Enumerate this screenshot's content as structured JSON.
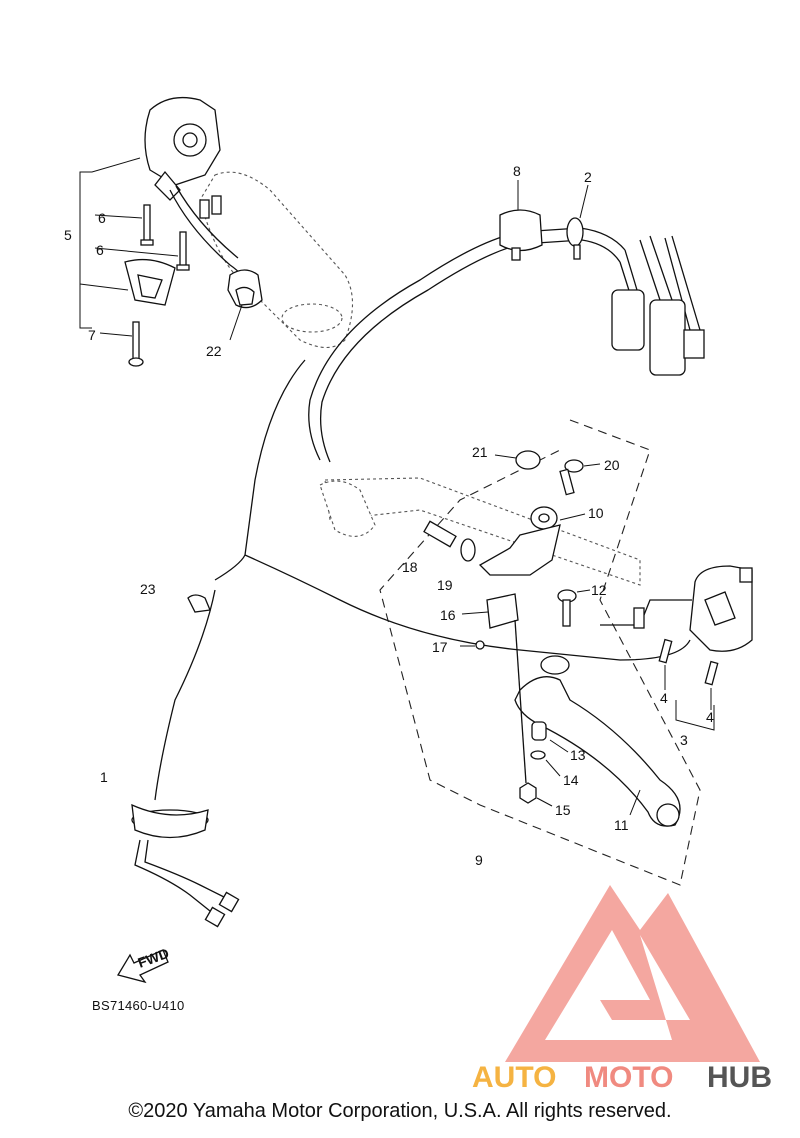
{
  "diagram": {
    "callouts": {
      "c1": "1",
      "c2": "2",
      "c3": "3",
      "c4a": "4",
      "c4b": "4",
      "c5": "5",
      "c6a": "6",
      "c6b": "6",
      "c7": "7",
      "c8": "8",
      "c9": "9",
      "c10": "10",
      "c11": "11",
      "c12": "12",
      "c13": "13",
      "c14": "14",
      "c15": "15",
      "c16": "16",
      "c17": "17",
      "c18": "18",
      "c19": "19",
      "c20": "20",
      "c21": "21",
      "c22": "22",
      "c23": "23"
    },
    "fwd_label": "FWD",
    "diagram_code": "BS71460-U410"
  },
  "watermark": {
    "word_a": "AUTO",
    "word_b": "MOTO",
    "word_c": "HUB",
    "colors": {
      "logo": "#f08a80",
      "auto": "#f5b342",
      "moto": "#f08a80",
      "hub": "#555555"
    }
  },
  "footer": {
    "copyright": "©2020 Yamaha Motor Corporation, U.S.A. All rights reserved."
  }
}
